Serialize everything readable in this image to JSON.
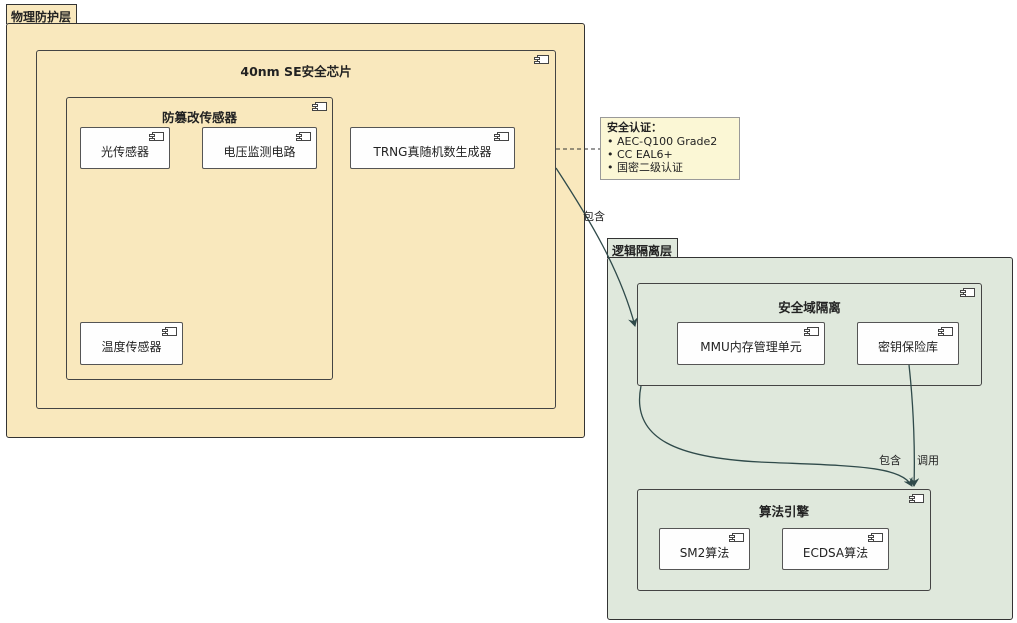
{
  "packages": {
    "physical": {
      "label": "物理防护层",
      "chip": {
        "title": "40nm SE安全芯片",
        "tamper": {
          "title": "防篡改传感器",
          "components": [
            "光传感器",
            "电压监测电路",
            "温度传感器"
          ]
        },
        "trng": "TRNG真随机数生成器"
      }
    },
    "logical": {
      "label": "逻辑隔离层",
      "domain": {
        "title": "安全域隔离",
        "components": [
          "MMU内存管理单元",
          "密钥保险库"
        ]
      },
      "engine": {
        "title": "算法引擎",
        "components": [
          "SM2算法",
          "ECDSA算法"
        ]
      }
    }
  },
  "note": {
    "title": "安全认证：",
    "items": [
      "AEC-Q100 Grade2",
      "CC EAL6+",
      "国密二级认证"
    ]
  },
  "edges": {
    "trng_to_domain": "包含",
    "domain_to_engine": "包含",
    "vault_to_engine": "调用"
  },
  "colors": {
    "physical_fill": "#f9e8bd",
    "logical_fill": "#dfe8dc"
  }
}
